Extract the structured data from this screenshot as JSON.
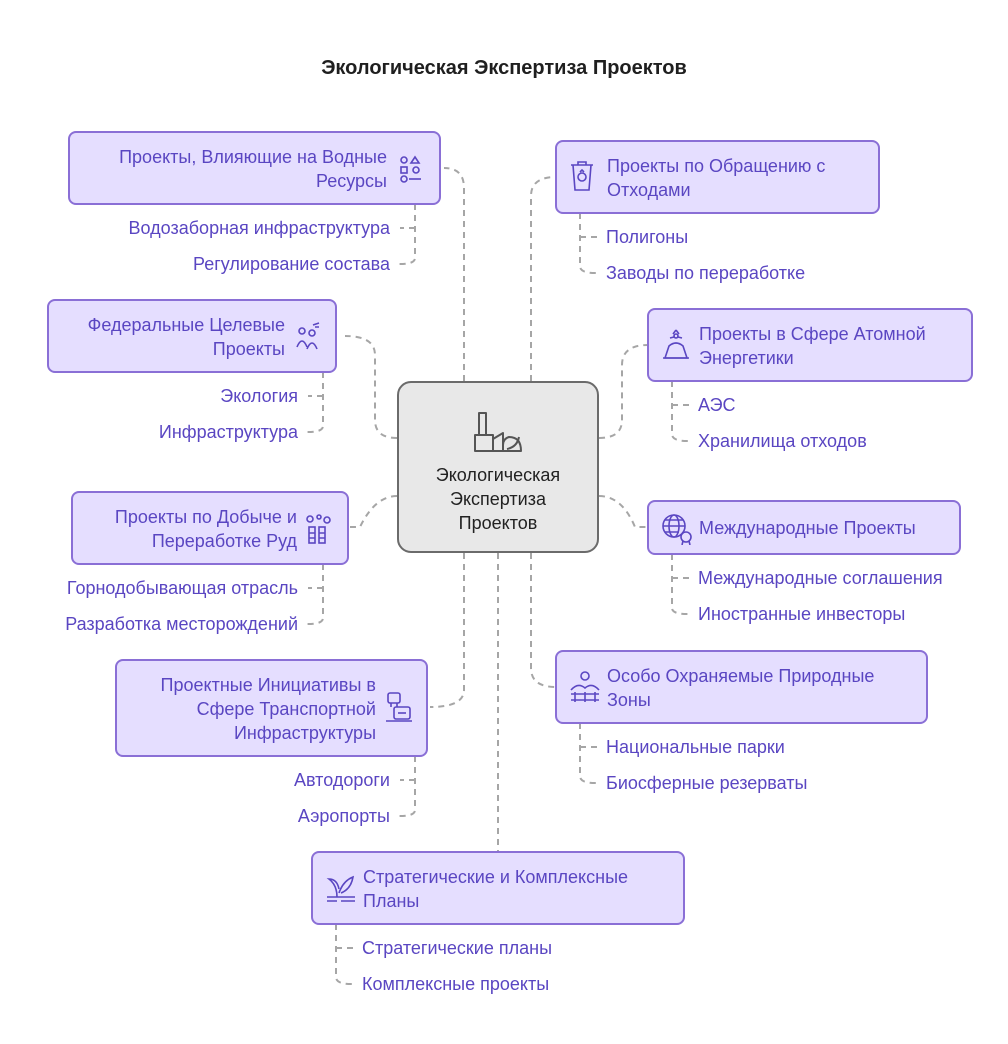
{
  "title": "Экологическая Экспертиза Проектов",
  "center": {
    "label": "Экологическая\nЭкспертиза\nПроектов",
    "icon": "factory-leaf-icon"
  },
  "left_topics": [
    {
      "label": "Проекты, Влияющие на Водные\nРесурсы",
      "icon": "shapes-icon",
      "items": [
        "Водозаборная инфраструктура",
        "Регулирование состава"
      ]
    },
    {
      "label": "Федеральные Целевые\nПроекты",
      "icon": "people-target-icon",
      "items": [
        "Экология",
        "Инфраструктура"
      ]
    },
    {
      "label": "Проекты по Добыче и\nПереработке Руд",
      "icon": "mining-icon",
      "items": [
        "Горнодобывающая отрасль",
        "Разработка месторождений"
      ]
    },
    {
      "label": "Проектные Инициативы в\nСфере Транспортной\nИнфраструктуры",
      "icon": "transport-icon",
      "items": [
        "Автодороги",
        "Аэропорты"
      ]
    }
  ],
  "right_topics": [
    {
      "label": "Проекты по Обращению с\nОтходами",
      "icon": "waste-bin-icon",
      "items": [
        "Полигоны",
        "Заводы по переработке"
      ]
    },
    {
      "label": "Проекты в Сфере Атомной\nЭнергетики",
      "icon": "nuclear-plant-icon",
      "items": [
        "АЭС",
        "Хранилища отходов"
      ]
    },
    {
      "label": "Международные Проекты",
      "icon": "globe-badge-icon",
      "items": [
        "Международные соглашения",
        "Иностранные инвесторы"
      ]
    },
    {
      "label": "Особо Охраняемые Природные\nЗоны",
      "icon": "nature-park-icon",
      "items": [
        "Национальные парки",
        "Биосферные резерваты"
      ]
    }
  ],
  "bottom_topic": {
    "label": "Стратегические и Комплексные\nПланы",
    "icon": "plant-growth-icon",
    "items": [
      "Стратегические планы",
      "Комплексные проекты"
    ]
  },
  "colors": {
    "box_fill": "#e5deff",
    "box_border": "#8a6fd6",
    "text": "#5a46c2",
    "center_fill": "#e8e8e8",
    "center_border": "#6b6b6b",
    "connector": "#9a9a9a"
  }
}
